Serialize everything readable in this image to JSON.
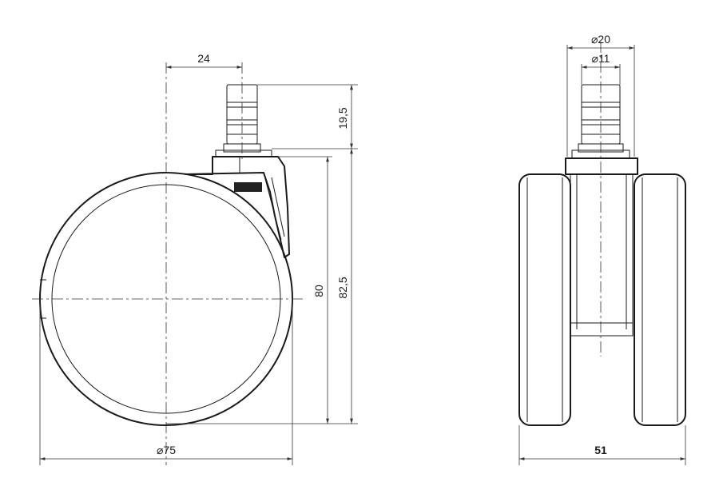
{
  "dimensions": {
    "offset": "24",
    "stem_height": "19,5",
    "wheel_height": "80",
    "total_height": "82,5",
    "wheel_diameter": "75",
    "outer_diameter_top": "20",
    "inner_diameter_top": "11",
    "total_width": "51"
  },
  "symbols": {
    "diameter": "⌀"
  },
  "colors": {
    "line": "#1a1a1a",
    "dimension": "#333333",
    "background": "#ffffff"
  }
}
